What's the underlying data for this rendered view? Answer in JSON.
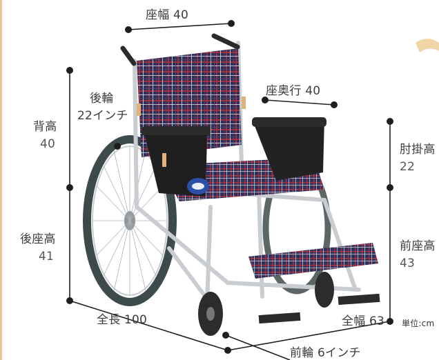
{
  "dimensions": {
    "seat_width": "座幅 40",
    "seat_depth": "座奥行 40",
    "back_height_label": "背高",
    "back_height_value": "40",
    "rear_wheel_label": "後輪",
    "rear_wheel_value": "22インチ",
    "rear_seat_height_label": "後座高",
    "rear_seat_height_value": "41",
    "armrest_height_label": "肘掛高",
    "armrest_height_value": "22",
    "front_seat_height_label": "前座高",
    "front_seat_height_value": "43",
    "overall_length": "全長 100",
    "overall_width": "全幅 63",
    "front_wheel": "前輪 6インチ",
    "unit": "単位:cm"
  },
  "colors": {
    "frame_accent": "#e8c795",
    "wheel_tire": "#3d4a4c",
    "frame_metal": "#c9cdd1",
    "plaid_base": "#2a2f5a",
    "plaid_red": "#b0303a",
    "plaid_white": "#e9e6ea",
    "armrest": "#2b2b2b",
    "dimension_line": "#1e1e1e"
  }
}
